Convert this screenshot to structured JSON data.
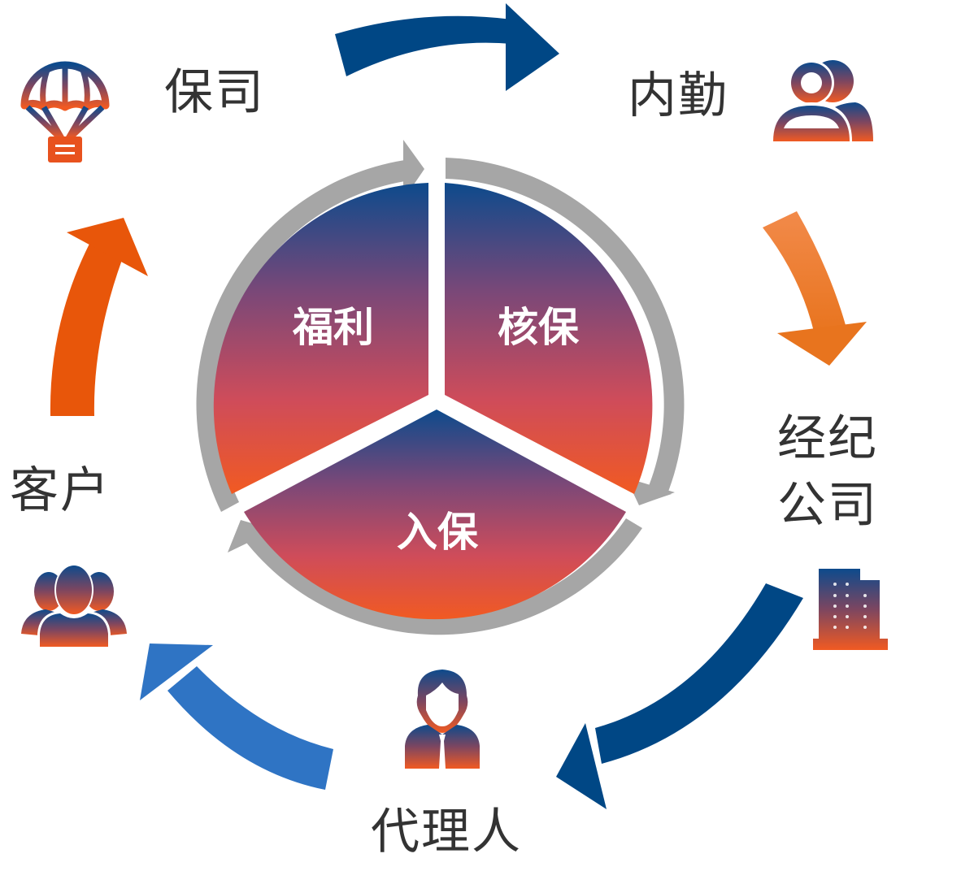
{
  "title": "",
  "colors": {
    "gradient_top": "#0d4a8c",
    "gradient_mid": "#8a4a7a",
    "gradient_bottom": "#f15a22",
    "ring_gray": "#a6a6a6",
    "arrow_navy": "#004785",
    "arrow_orange_light": "#f28a4a",
    "arrow_orange": "#e8741e",
    "arrow_orange_deep": "#e8560a",
    "arrow_blue": "#2f74c4",
    "label_text": "#333333"
  },
  "center_cycle": {
    "segments": [
      {
        "id": "welfare",
        "label": "福利"
      },
      {
        "id": "underwriting",
        "label": "核保"
      },
      {
        "id": "enrollment",
        "label": "入保"
      }
    ]
  },
  "outer_nodes": [
    {
      "id": "insurer",
      "label": "保司",
      "icon": "parachute-icon"
    },
    {
      "id": "internal",
      "label": "内勤",
      "icon": "users-icon"
    },
    {
      "id": "broker",
      "label_lines": [
        "经纪",
        "公司"
      ],
      "icon": "building-icon"
    },
    {
      "id": "agent",
      "label": "代理人",
      "icon": "agent-icon"
    },
    {
      "id": "customer",
      "label": "客户",
      "icon": "group-icon"
    }
  ],
  "outer_arrows": [
    {
      "from": "insurer",
      "to": "internal",
      "color": "navy"
    },
    {
      "from": "internal",
      "to": "broker",
      "color": "orange"
    },
    {
      "from": "broker",
      "to": "agent",
      "color": "navy"
    },
    {
      "from": "agent",
      "to": "customer",
      "color": "blue"
    },
    {
      "from": "customer",
      "to": "insurer",
      "color": "orange-deep"
    }
  ]
}
